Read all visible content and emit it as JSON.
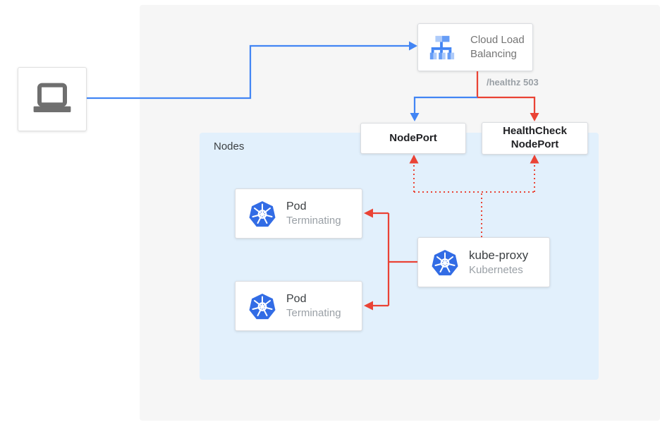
{
  "title": "Kubernetes external traffic health-check diagram",
  "colors": {
    "request_blue": "#4285f4",
    "failure_red": "#ea4335",
    "kubernetes_blue": "#326ce5",
    "nodes_panel_bg": "#e2f0fc",
    "outer_panel_bg": "#f6f6f6",
    "box_border": "#dadce0",
    "secondary_text": "#9aa0a6"
  },
  "client": {
    "icon": "laptop-icon"
  },
  "load_balancer": {
    "label": "Cloud Load Balancing",
    "icon": "cloud-load-balancing-icon"
  },
  "health_check_label": "/healthz 503",
  "nodes": {
    "label": "Nodes",
    "nodeport": {
      "label": "NodePort"
    },
    "healthcheck_nodeport": {
      "label": "HealthCheck NodePort"
    },
    "pods": [
      {
        "title": "Pod",
        "status": "Terminating",
        "icon": "kubernetes-icon"
      },
      {
        "title": "Pod",
        "status": "Terminating",
        "icon": "kubernetes-icon"
      }
    ],
    "kube_proxy": {
      "title": "kube-proxy",
      "subtitle": "Kubernetes",
      "icon": "kubernetes-icon"
    }
  }
}
